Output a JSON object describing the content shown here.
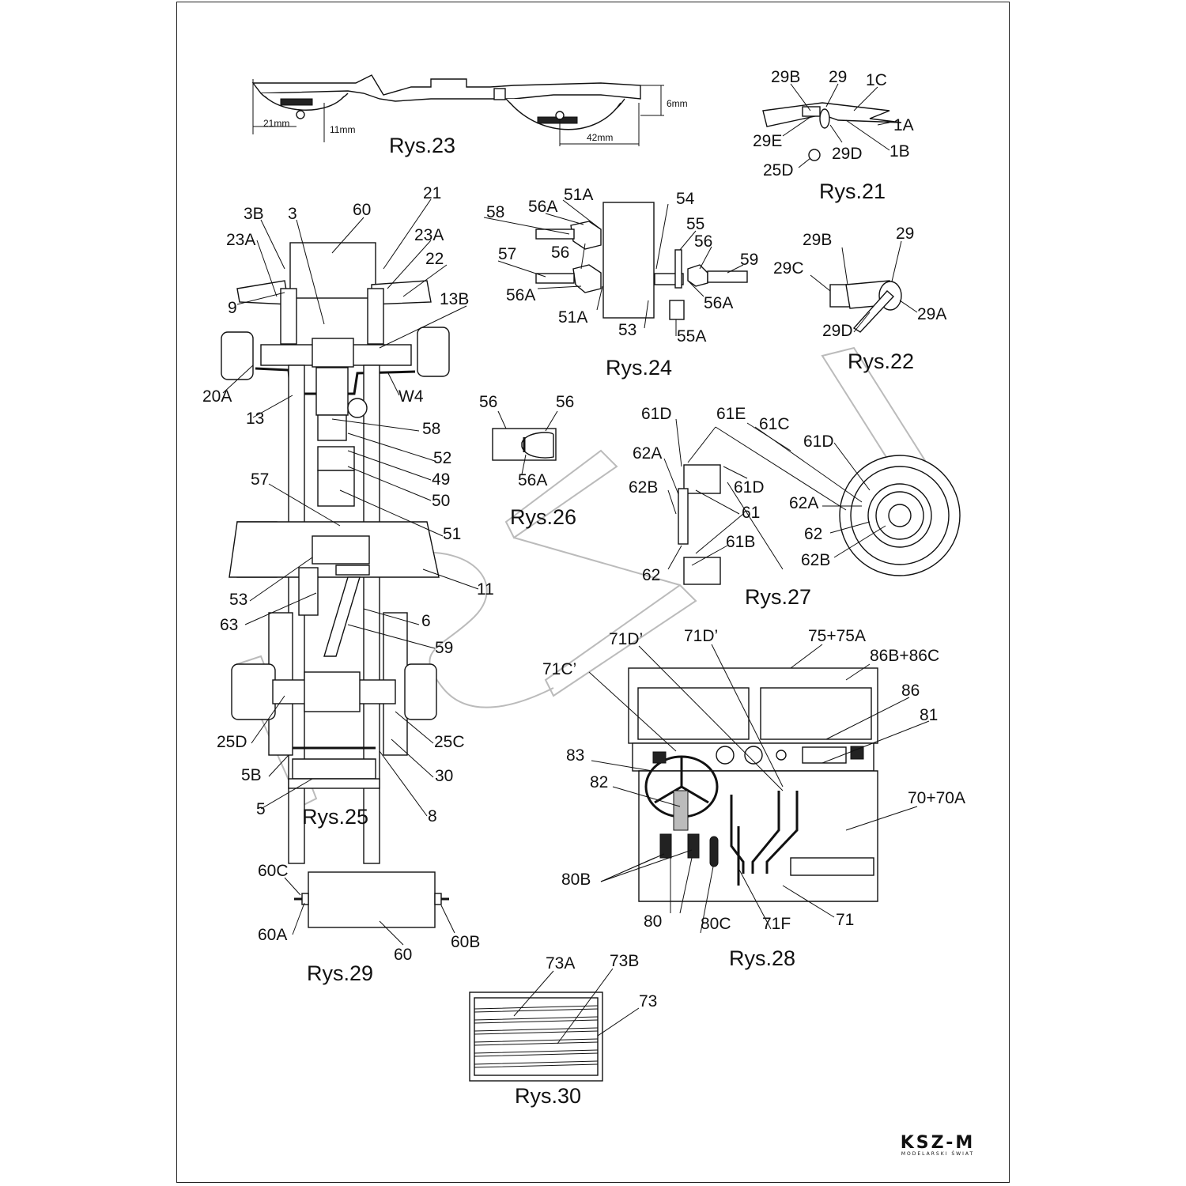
{
  "figures": {
    "rys21": {
      "caption": "Rys.21",
      "labels": [
        "29B",
        "29",
        "1C",
        "1A",
        "29E",
        "29D",
        "1B",
        "25D"
      ]
    },
    "rys22": {
      "caption": "Rys.22",
      "labels": [
        "29B",
        "29",
        "29C",
        "29A",
        "29D"
      ]
    },
    "rys23": {
      "caption": "Rys.23",
      "dimensions": [
        "6mm",
        "21mm",
        "11mm",
        "42mm"
      ]
    },
    "rys24": {
      "caption": "Rys.24",
      "labels": [
        "51A",
        "54",
        "58",
        "56A",
        "55",
        "56",
        "59",
        "57",
        "56",
        "56A",
        "56A",
        "51A",
        "53",
        "55A"
      ]
    },
    "rys25": {
      "caption": "Rys.25",
      "labels": [
        "21",
        "3B",
        "3",
        "60",
        "23A",
        "23A",
        "22",
        "9",
        "13B",
        "20A",
        "W4",
        "13",
        "58",
        "52",
        "49",
        "57",
        "50",
        "51",
        "53",
        "11",
        "63",
        "6",
        "59",
        "25D",
        "25C",
        "5B",
        "30",
        "5",
        "8"
      ]
    },
    "rys26": {
      "caption": "Rys.26",
      "labels": [
        "56",
        "56",
        "56A"
      ]
    },
    "rys27": {
      "caption": "Rys.27",
      "labels": [
        "61D",
        "61E",
        "61C",
        "61D",
        "62A",
        "61D",
        "62B",
        "62A",
        "61",
        "62",
        "61B",
        "62B",
        "62"
      ]
    },
    "rys28": {
      "caption": "Rys.28",
      "labels": [
        "75+75A",
        "71D’",
        "71D’",
        "86B+86C",
        "71C’",
        "86",
        "81",
        "83",
        "82",
        "70+70A",
        "80B",
        "80",
        "80C",
        "71F",
        "71"
      ]
    },
    "rys29": {
      "caption": "Rys.29",
      "labels": [
        "60C",
        "60A",
        "60B",
        "60"
      ]
    },
    "rys30": {
      "caption": "Rys.30",
      "labels": [
        "73A",
        "73B",
        "73"
      ]
    }
  },
  "logo": {
    "brand": "KSZ-M",
    "tagline": "MODELARSKI ŚWIAT"
  }
}
